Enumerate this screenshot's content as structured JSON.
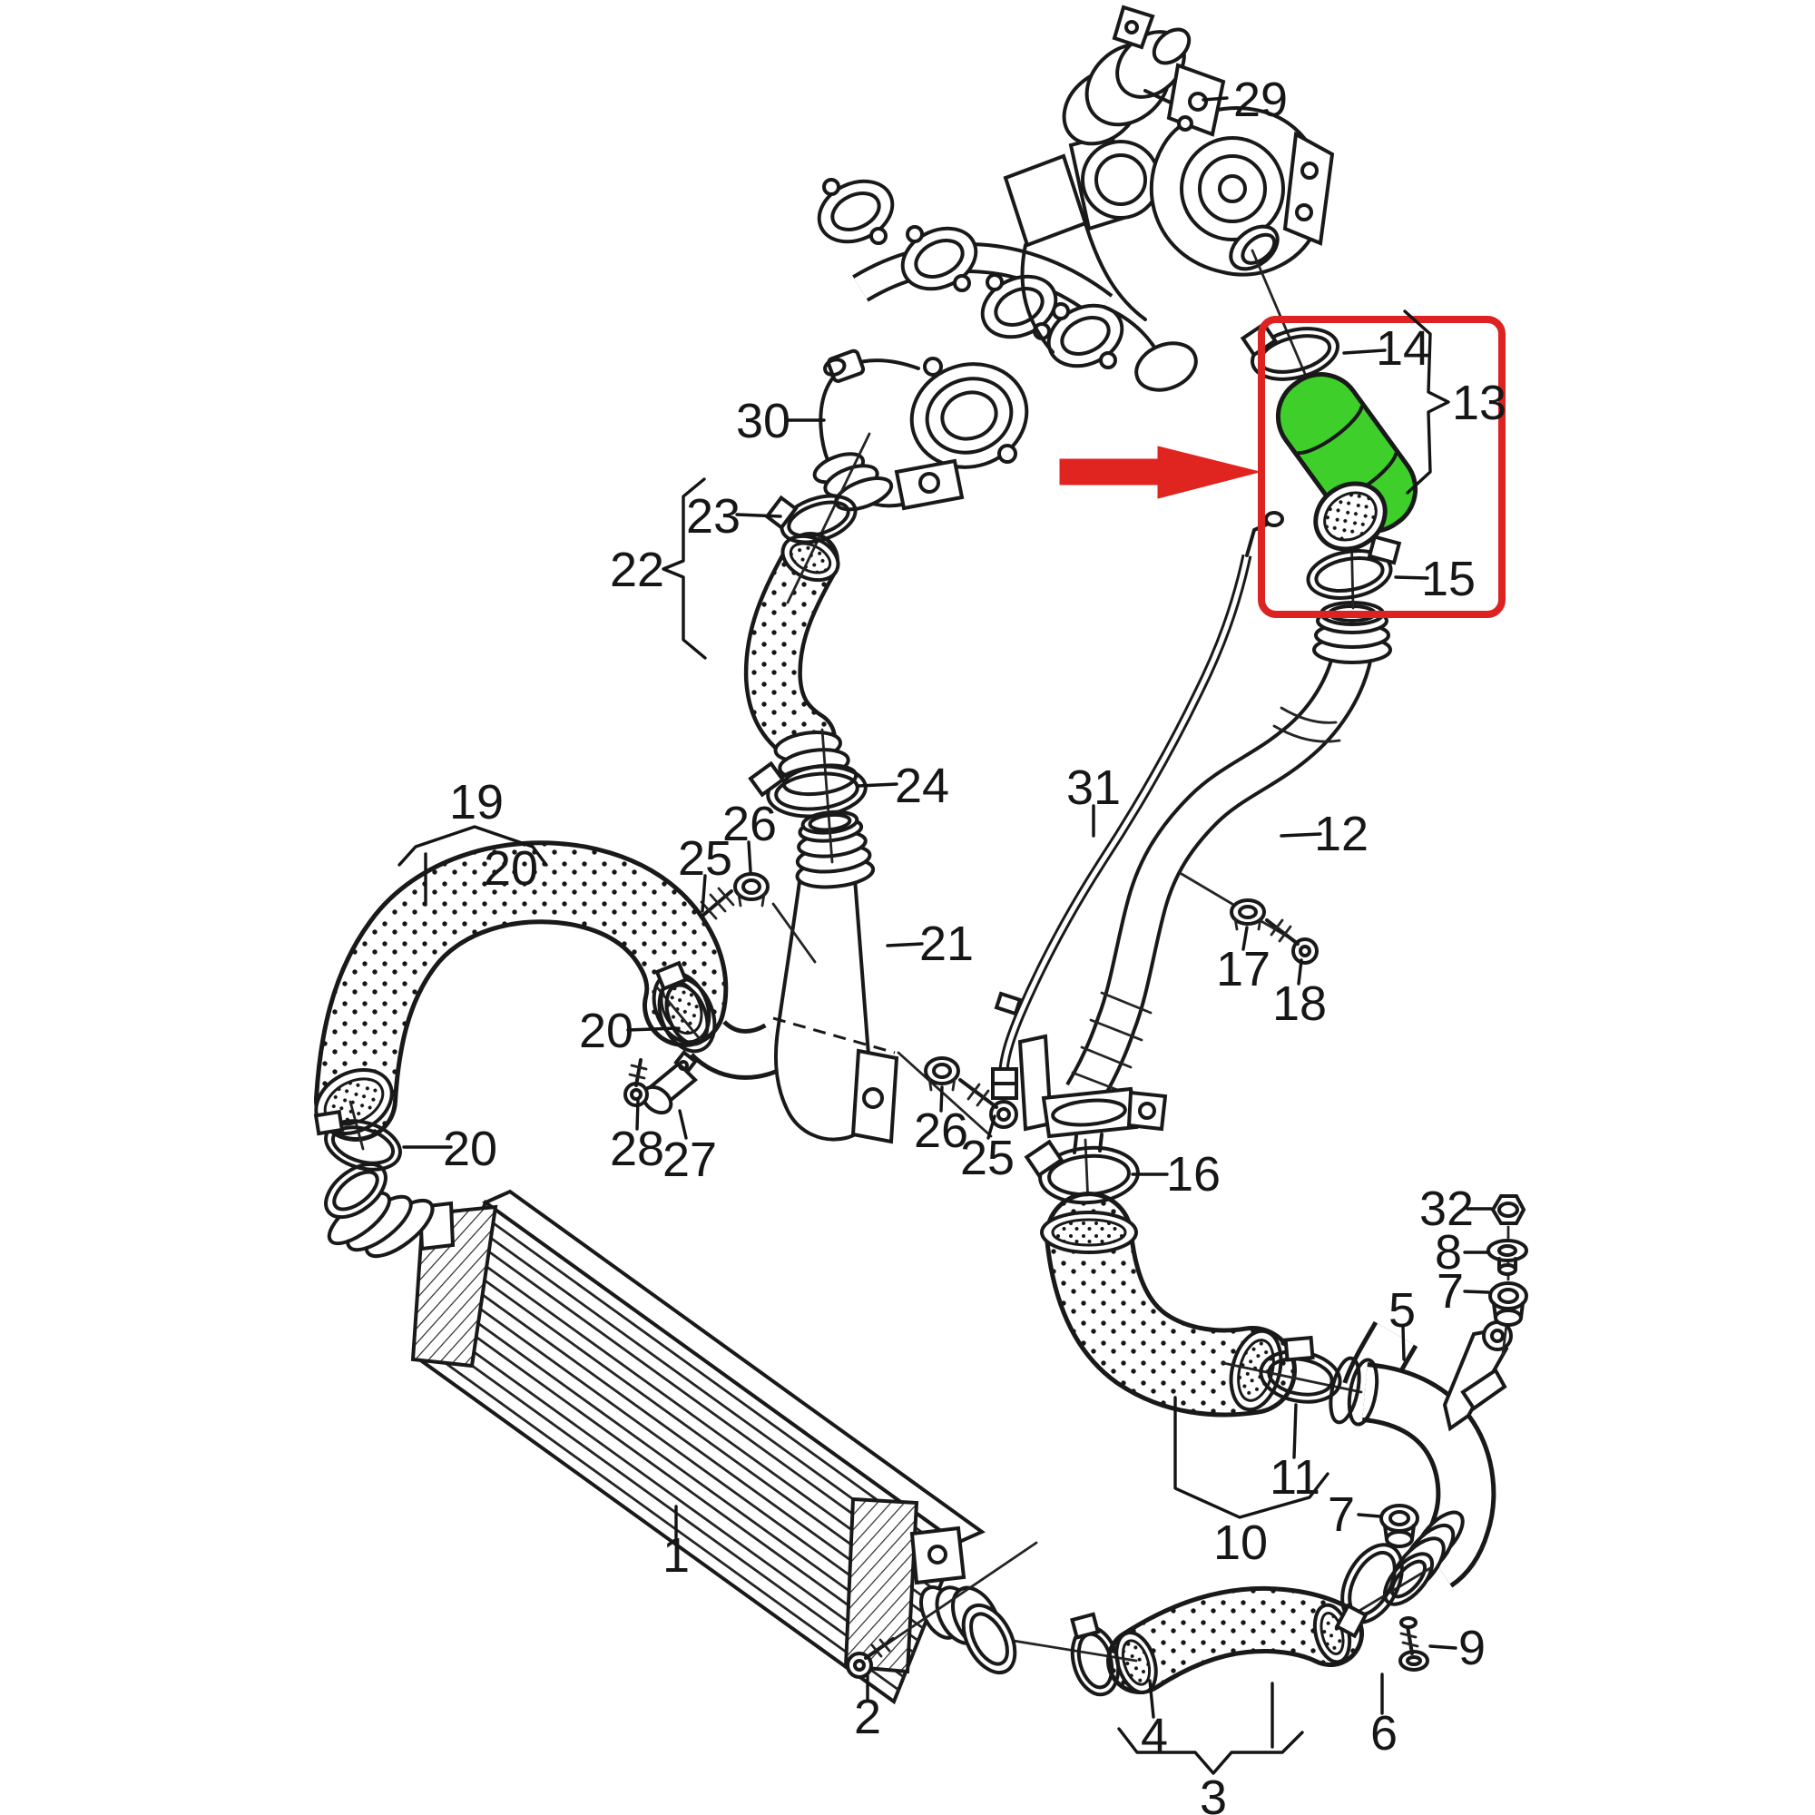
{
  "diagram": {
    "kind": "exploded-parts-diagram",
    "subject": "turbocharger / intercooler charge-air hose assembly",
    "highlight_color": "#3ecf2a",
    "annotation_color": "#dd2222",
    "highlighted_group": "13",
    "parts_inside_highlight_box": [
      "13",
      "14",
      "15"
    ]
  },
  "callouts": {
    "c1": "1",
    "c2": "2",
    "c3": "3",
    "c4": "4",
    "c5": "5",
    "c6": "6",
    "c7a": "7",
    "c7b": "7",
    "c8": "8",
    "c9": "9",
    "c10": "10",
    "c11": "11",
    "c12": "12",
    "c13": "13",
    "c14": "14",
    "c15": "15",
    "c16": "16",
    "c17": "17",
    "c18": "18",
    "c19": "19",
    "c20a": "20",
    "c20b": "20",
    "c20c": "20",
    "c21": "21",
    "c22": "22",
    "c23": "23",
    "c24": "24",
    "c25a": "25",
    "c25b": "25",
    "c26a": "26",
    "c26b": "26",
    "c27": "27",
    "c28": "28",
    "c29": "29",
    "c30": "30",
    "c31": "31",
    "c32": "32"
  }
}
